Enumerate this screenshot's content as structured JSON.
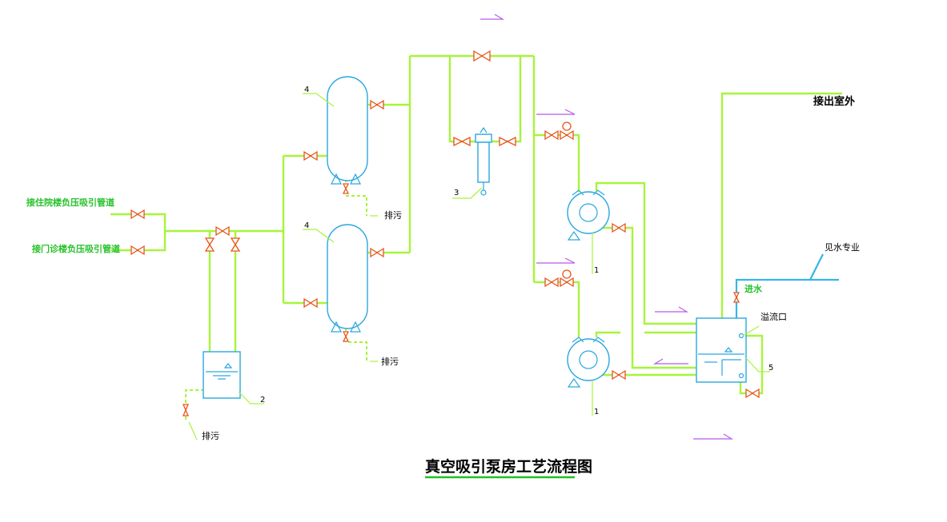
{
  "title": "真空吸引泵房工艺流程图",
  "inlets": {
    "inpatient": "接住院楼负压吸引管道",
    "outpatient": "接门诊楼负压吸引管道"
  },
  "outdoor_label": "接出室外",
  "water_supply_label": "见水专业",
  "water_in_label": "进水",
  "overflow_label": "溢流口",
  "drain_labels": [
    "排污",
    "排污",
    "排污"
  ],
  "equipment_numbers": {
    "pump_upper": "1",
    "pump_lower": "1",
    "collection_tank": "2",
    "filter": "3",
    "vessel_upper": "4",
    "vessel_lower": "4",
    "water_tank": "5"
  },
  "colors": {
    "vacuum_pipe": "#a6f53a",
    "water_pipe": "#37b6e8",
    "equipment": "#2aa7e0",
    "valve": "#e8541a",
    "flow_arrow": "#b85ae8",
    "label_green": "#27c22a"
  }
}
